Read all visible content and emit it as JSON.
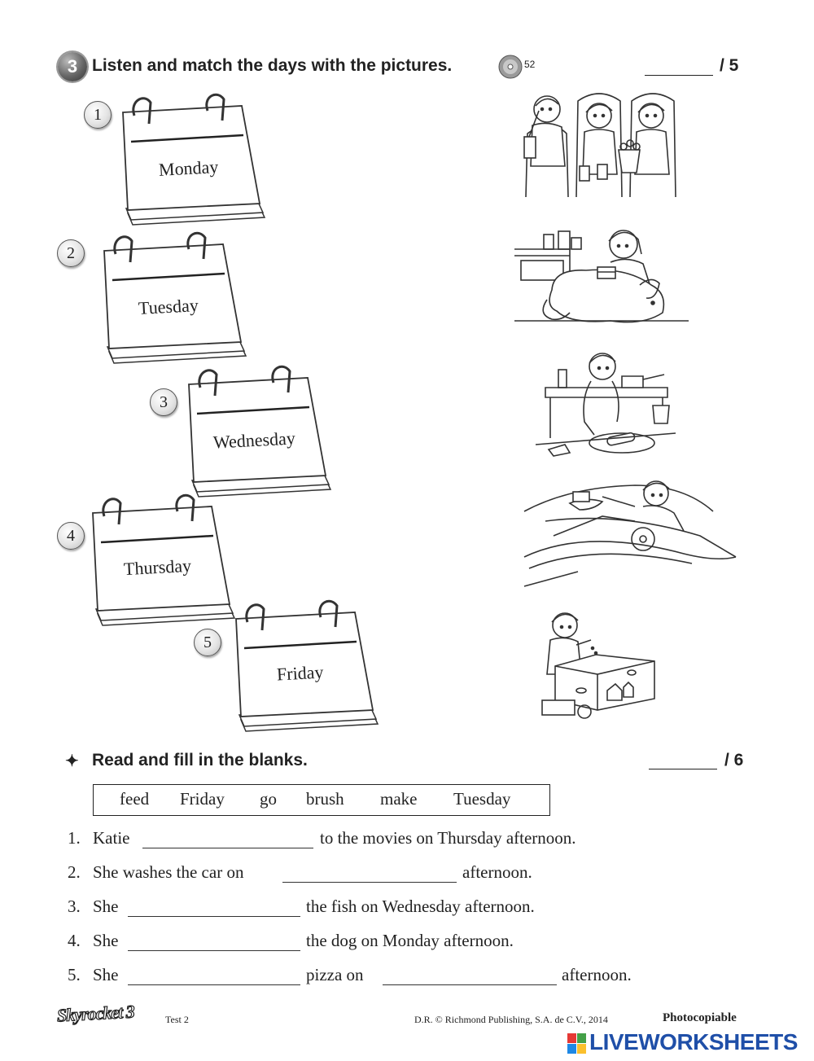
{
  "section1": {
    "badge": "3",
    "title": "Listen and match the days with the pictures.",
    "track": "52",
    "score": "/ 5"
  },
  "calendars": [
    {
      "number": "1",
      "day": "Monday"
    },
    {
      "number": "2",
      "day": "Tuesday"
    },
    {
      "number": "3",
      "day": "Wednesday"
    },
    {
      "number": "4",
      "day": "Thursday"
    },
    {
      "number": "5",
      "day": "Friday"
    }
  ],
  "pictures": [
    {
      "icon": "movie-theater-picture"
    },
    {
      "icon": "brushing-dog-picture"
    },
    {
      "icon": "making-pizza-picture"
    },
    {
      "icon": "washing-car-picture"
    },
    {
      "icon": "feeding-fish-picture"
    }
  ],
  "section2": {
    "bullet": "✦",
    "title": "Read and fill in the blanks.",
    "score": "/ 6",
    "words": [
      "feed",
      "Friday",
      "go",
      "brush",
      "make",
      "Tuesday"
    ]
  },
  "sentences": [
    {
      "num": "1.",
      "a": "Katie",
      "b": "to the movies on Thursday afternoon."
    },
    {
      "num": "2.",
      "a": "She washes the car on",
      "b": "afternoon."
    },
    {
      "num": "3.",
      "a": "She",
      "b": "the fish on Wednesday afternoon."
    },
    {
      "num": "4.",
      "a": "She",
      "b": "the dog on Monday afternoon."
    },
    {
      "num": "5.",
      "a": "She",
      "b": "pizza on",
      "c": "afternoon."
    }
  ],
  "footer": {
    "logo": "Skyrocket 3",
    "test": "Test 2",
    "copyright": "D.R. © Richmond Publishing, S.A. de C.V., 2014",
    "photocopiable": "Photocopiable",
    "watermark": "LIVEWORKSHEETS",
    "watermark_colors": [
      "#e53935",
      "#43a047",
      "#1e88e5",
      "#fbc02d"
    ],
    "watermark_text_color": "#1f4fa8"
  }
}
